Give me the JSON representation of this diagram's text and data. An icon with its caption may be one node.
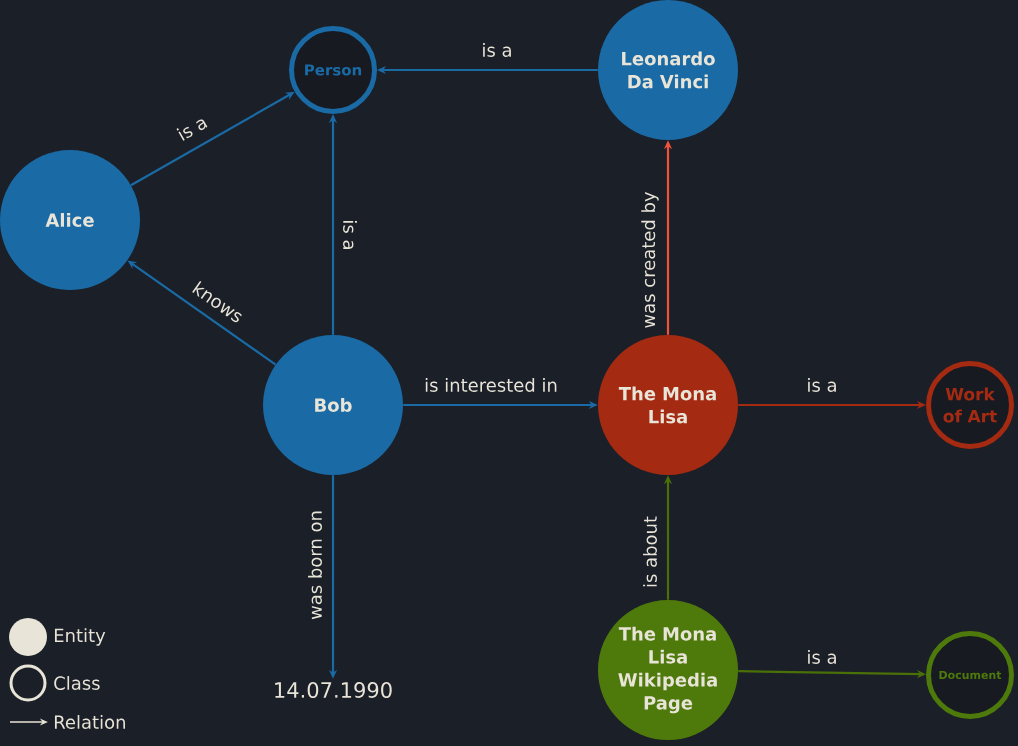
{
  "diagram": {
    "nodes": [
      {
        "text": [
          "Person"
        ]
      },
      {
        "text": [
          "Leonardo Da Vinci"
        ]
      },
      {
        "text": [
          "Alice"
        ]
      },
      {
        "text": [
          "Bob"
        ]
      },
      {
        "text": [
          "The Mona Lisa"
        ]
      },
      {
        "text": [
          "Work of Art"
        ]
      },
      {
        "text": [
          "14.07.1990"
        ]
      },
      {
        "text": [
          "The Mona Lisa Wikipedia Page"
        ]
      },
      {
        "text": [
          "Document"
        ]
      }
    ],
    "edges": [
      {
        "from": 1,
        "to": 0,
        "arrow": "to",
        "label": "is a"
      },
      {
        "from": 2,
        "to": 0,
        "arrow": "to",
        "label": "is a"
      },
      {
        "from": 3,
        "to": 0,
        "arrow": "to",
        "label": "is a"
      },
      {
        "from": 3,
        "to": 2,
        "arrow": "to",
        "label": "knows"
      },
      {
        "from": 3,
        "to": 4,
        "arrow": "to",
        "label": "is interested in"
      },
      {
        "from": 3,
        "to": 6,
        "arrow": "to",
        "label": "was born on"
      },
      {
        "from": 4,
        "to": 1,
        "arrow": "to",
        "label": "was created by",
        "color": "#f0523c"
      },
      {
        "from": 4,
        "to": 5,
        "arrow": "to",
        "label": "is a",
        "color": "#a52a12"
      },
      {
        "from": 7,
        "to": 4,
        "arrow": "to",
        "label": "is about",
        "color": "#4a7008"
      },
      {
        "from": 7,
        "to": 8,
        "arrow": "to",
        "label": "is a",
        "color": "#4a7008"
      }
    ],
    "legend": [
      {
        "text": "Entity"
      },
      {
        "text": "Class"
      },
      {
        "text": "Relation"
      }
    ]
  }
}
